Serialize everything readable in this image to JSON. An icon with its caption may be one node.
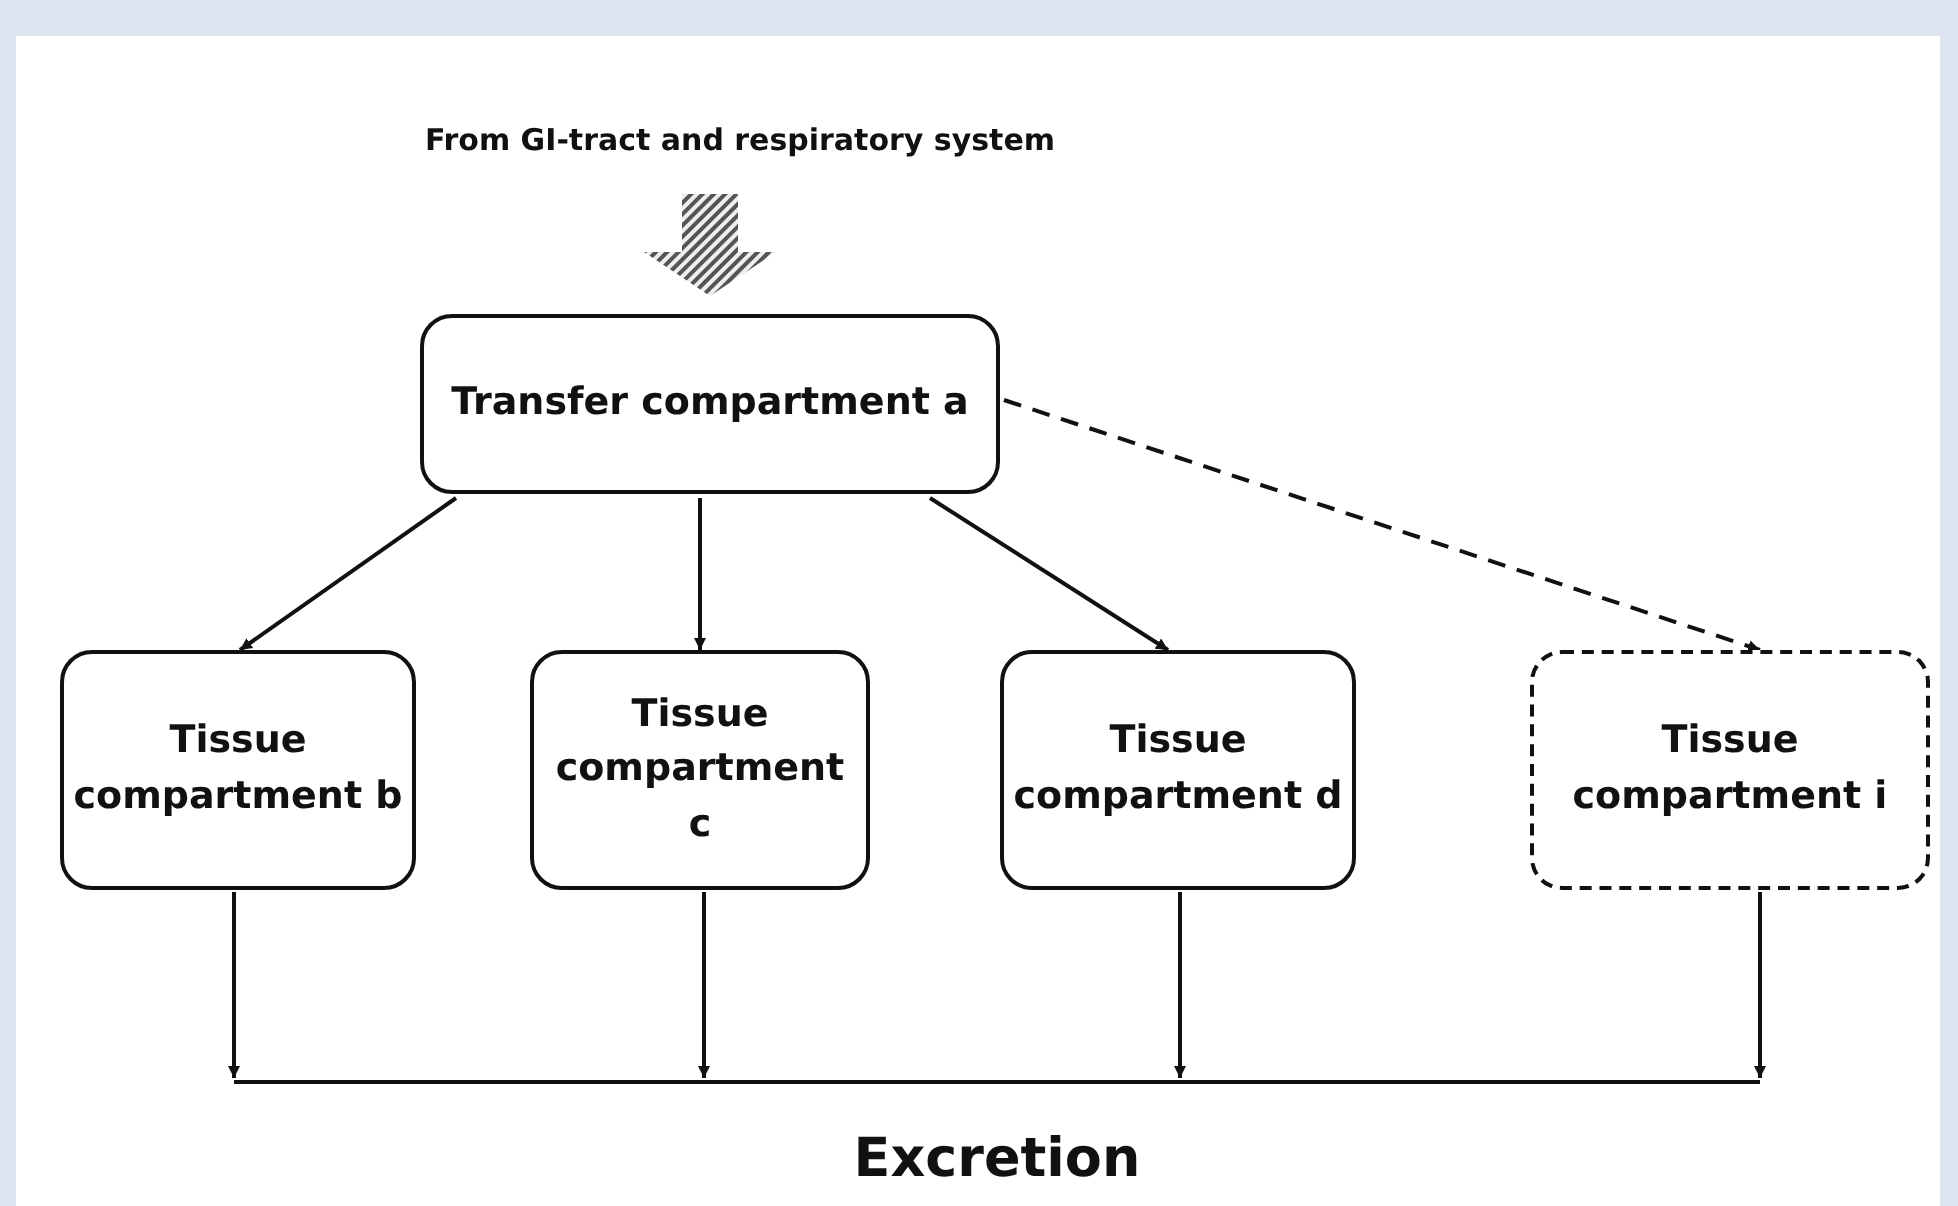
{
  "diagram": {
    "nodes": [
      {
        "text": [
          "From GI-tract and respiratory system"
        ]
      },
      {
        "text": [
          "Transfer compartment a"
        ]
      },
      {
        "text": [
          "Tissue compartment b"
        ]
      },
      {
        "text": [
          "Tissue compartment c"
        ]
      },
      {
        "text": [
          "Tissue compartment d"
        ]
      },
      {
        "text": [
          "Tissue compartment i"
        ]
      },
      {
        "text": [
          "Excretion"
        ]
      }
    ],
    "edges": [
      {
        "from": 0,
        "to": 1,
        "arrow": "to",
        "style": "thick"
      },
      {
        "from": 1,
        "to": 2,
        "arrow": "to"
      },
      {
        "from": 1,
        "to": 3,
        "arrow": "to"
      },
      {
        "from": 1,
        "to": 4,
        "arrow": "to"
      },
      {
        "from": 1,
        "to": 5,
        "arrow": "to",
        "style": "dashed"
      },
      {
        "from": 2,
        "to": 6,
        "arrow": "to"
      },
      {
        "from": 3,
        "to": 6,
        "arrow": "to"
      },
      {
        "from": 4,
        "to": 6,
        "arrow": "to"
      },
      {
        "from": 5,
        "to": 6,
        "arrow": "to"
      }
    ]
  }
}
